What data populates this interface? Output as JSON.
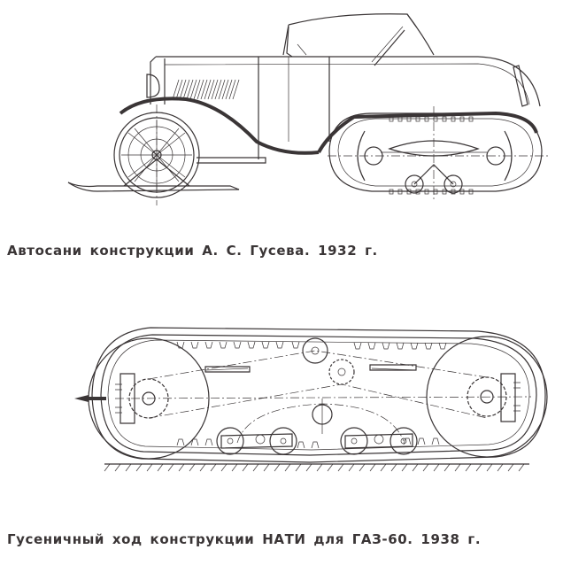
{
  "figures": [
    {
      "id": "figure-1",
      "subject": "snowmobile with half-track",
      "caption": "Автосани конструкции А. С. Гусева. 1932  г."
    },
    {
      "id": "figure-2",
      "subject": "crawler track assembly",
      "caption": "Гусеничный ход конструкции НАТИ для ГАЗ-60. 1938 г."
    }
  ],
  "colors": {
    "ink": "#3a3536",
    "paper": "#ffffff"
  }
}
